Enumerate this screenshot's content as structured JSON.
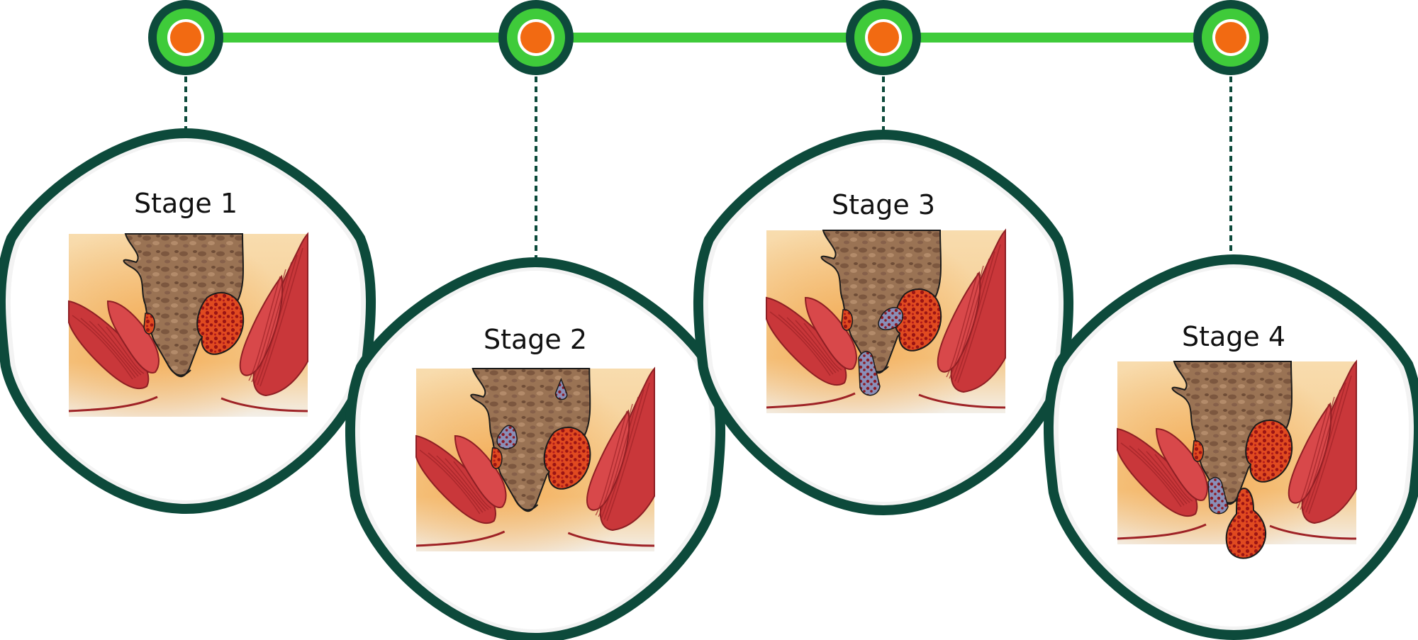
{
  "colors": {
    "frame": "#0d4a3b",
    "timeline": "#3fcb3a",
    "node_ring": "#3fcb3a",
    "node_core": "#f26a12",
    "connector": "#0d4a3b",
    "card_fill": "#ffffff"
  },
  "stages": [
    {
      "label": "Stage 1",
      "prolapse": "none"
    },
    {
      "label": "Stage 2",
      "prolapse": "internal"
    },
    {
      "label": "Stage 3",
      "prolapse": "partial"
    },
    {
      "label": "Stage 4",
      "prolapse": "external"
    }
  ]
}
